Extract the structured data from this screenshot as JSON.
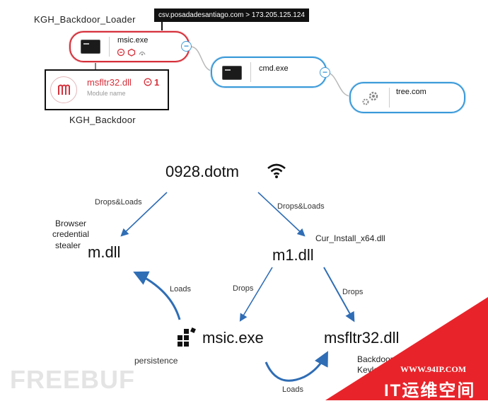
{
  "top": {
    "loader_label": "KGH_Backdoor_Loader",
    "tooltip": "csv.posadadesantiago.com > 173.205.125.124",
    "msic_node": {
      "name": "msic.exe"
    },
    "cmd_node": {
      "name": "cmd.exe"
    },
    "tree_node": {
      "name": "tree.com"
    },
    "module_box": {
      "name": "msfltr32.dll",
      "count": "1",
      "sublabel": "Module name"
    },
    "backdoor_label": "KGH_Backdoor"
  },
  "flow": {
    "root": "0928.dotm",
    "m_dll": "m.dll",
    "m1_dll": "m1.dll",
    "msic": "msic.exe",
    "msfltr": "msfltr32.dll",
    "edge_left": "Drops&Loads",
    "edge_right": "Drops&Loads",
    "cur_install": "Cur_Install_x64.dll",
    "browser_l1": "Browser",
    "browser_l2": "credential",
    "browser_l3": "stealer",
    "loads_left": "Loads",
    "drops_mid": "Drops",
    "drops_right": "Drops",
    "persistence": "persistence",
    "backdoor_l1": "Backdoor",
    "backdoor_l2": "Keylo",
    "loads_bottom": "Loads"
  },
  "watermarks": {
    "freebuf": "FREEBUF",
    "site_url": "WWW.94IP.COM",
    "site_name": "IT运维空间"
  },
  "colors": {
    "red": "#d6313b",
    "blue": "#3b9ad9",
    "arrow": "#2f6db5",
    "banner": "#e8242a"
  }
}
